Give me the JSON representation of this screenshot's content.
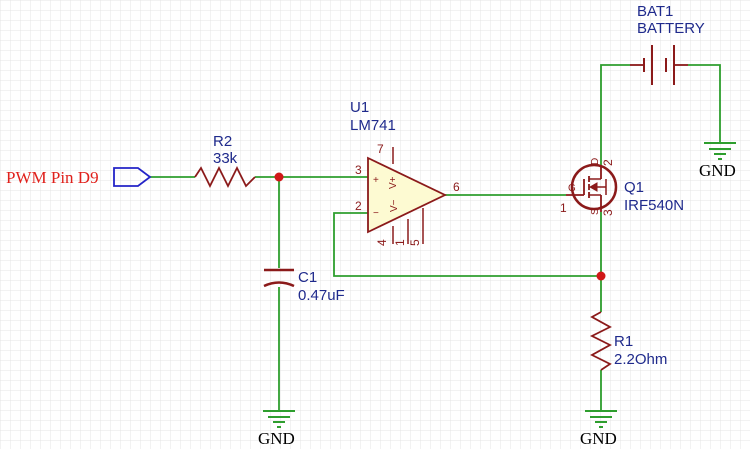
{
  "colors": {
    "wire": "#2e9e2e",
    "component": "#8b1a1a",
    "label": "#1f2a8c",
    "port_text": "#e0211c",
    "port_border": "#2424c8",
    "junction": "#d01818",
    "grid": "#e4e4e4",
    "op_amp_fill": "#fdfad2"
  },
  "components": {
    "port": {
      "label": "PWM Pin D9",
      "icon": "port-arrow-icon"
    },
    "r2": {
      "ref": "R2",
      "value": "33k",
      "icon": "resistor-icon"
    },
    "c1": {
      "ref": "C1",
      "value": "0.47uF",
      "icon": "capacitor-icon"
    },
    "u1": {
      "ref": "U1",
      "value": "LM741",
      "icon": "op-amp-icon",
      "pins": {
        "in_plus": "3",
        "in_minus": "2",
        "out": "6",
        "v_plus": "7",
        "v_minus": "4",
        "p1": "1",
        "p5": "5"
      },
      "symbols": {
        "plus": "+",
        "minus": "−",
        "vplus": "V+",
        "vminus": "V−"
      }
    },
    "q1": {
      "ref": "Q1",
      "value": "IRF540N",
      "icon": "mosfet-icon",
      "pins": {
        "gate": "1",
        "drain": "2",
        "source": "3"
      },
      "symbols": {
        "gate": "G",
        "drain": "D",
        "source": "S"
      }
    },
    "bat1": {
      "ref": "BAT1",
      "value": "BATTERY",
      "icon": "battery-icon"
    },
    "r1": {
      "ref": "R1",
      "value": "2.2Ohm",
      "icon": "resistor-icon"
    }
  },
  "grounds": {
    "label": "GND",
    "icon": "ground-icon"
  }
}
